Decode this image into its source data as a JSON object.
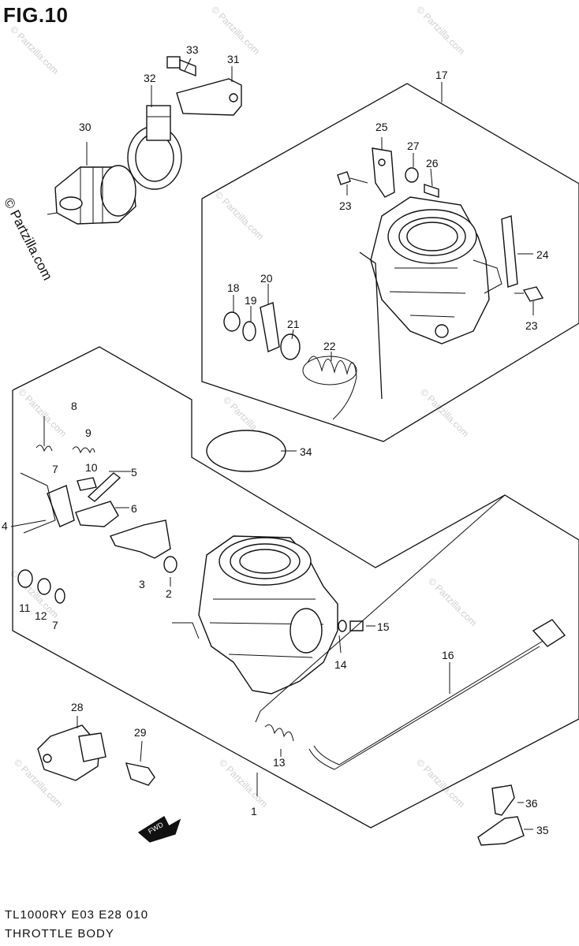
{
  "figure_title": "FIG.10",
  "footer": {
    "model_code": "TL1000RY  E03  E28   010",
    "section_title": "THROTTLE  BODY"
  },
  "copyright": "© Partzilla.com",
  "watermark_text": "© Partzilla.com",
  "fwd_label": "FWD",
  "callouts": [
    "1",
    "2",
    "3",
    "4",
    "5",
    "6",
    "7",
    "7",
    "8",
    "9",
    "10",
    "11",
    "12",
    "13",
    "14",
    "15",
    "16",
    "17",
    "18",
    "19",
    "20",
    "21",
    "22",
    "23",
    "23",
    "24",
    "25",
    "26",
    "27",
    "28",
    "29",
    "30",
    "31",
    "32",
    "33",
    "34",
    "35",
    "36"
  ]
}
